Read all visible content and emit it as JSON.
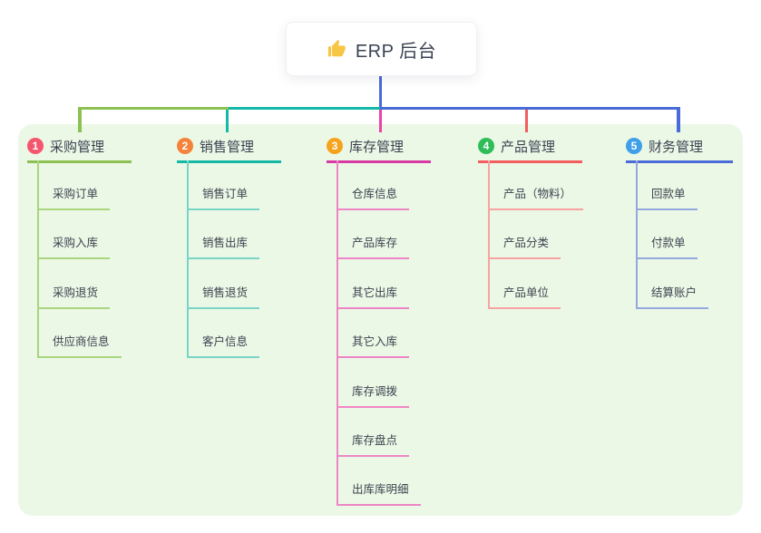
{
  "root": {
    "title": "ERP 后台",
    "icon": "thumbs-up-icon",
    "icon_color": "#f7c644",
    "line_color": "#4a68d6"
  },
  "branches": [
    {
      "badge": "1",
      "title": "采购管理",
      "badge_color": "#f4566e",
      "line_color": "#8cc152",
      "child_line_color": "#a9d57f",
      "children": [
        "采购订单",
        "采购入库",
        "采购退货",
        "供应商信息"
      ]
    },
    {
      "badge": "2",
      "title": "销售管理",
      "badge_color": "#f5823a",
      "line_color": "#14b8a6",
      "child_line_color": "#79d4c8",
      "children": [
        "销售订单",
        "销售出库",
        "销售退货",
        "客户信息"
      ]
    },
    {
      "badge": "3",
      "title": "库存管理",
      "badge_color": "#f6a31c",
      "line_color": "#d83aa3",
      "child_line_color": "#ef85c6",
      "drop_color": "#ed41a5",
      "children": [
        "仓库信息",
        "产品库存",
        "其它出库",
        "其它入库",
        "库存调拨",
        "库存盘点",
        "出库库明细"
      ]
    },
    {
      "badge": "4",
      "title": "产品管理",
      "badge_color": "#2ebd59",
      "line_color": "#f25e5e",
      "child_line_color": "#f7a3a3",
      "children": [
        "产品（物料）",
        "产品分类",
        "产品单位"
      ]
    },
    {
      "badge": "5",
      "title": "财务管理",
      "badge_color": "#3f9fe8",
      "line_color": "#4a6bd8",
      "child_line_color": "#93a9de",
      "children": [
        "回款单",
        "付款单",
        "结算账户"
      ]
    }
  ],
  "panel_color": "#ecf8e6",
  "text_color": "#3b4252"
}
